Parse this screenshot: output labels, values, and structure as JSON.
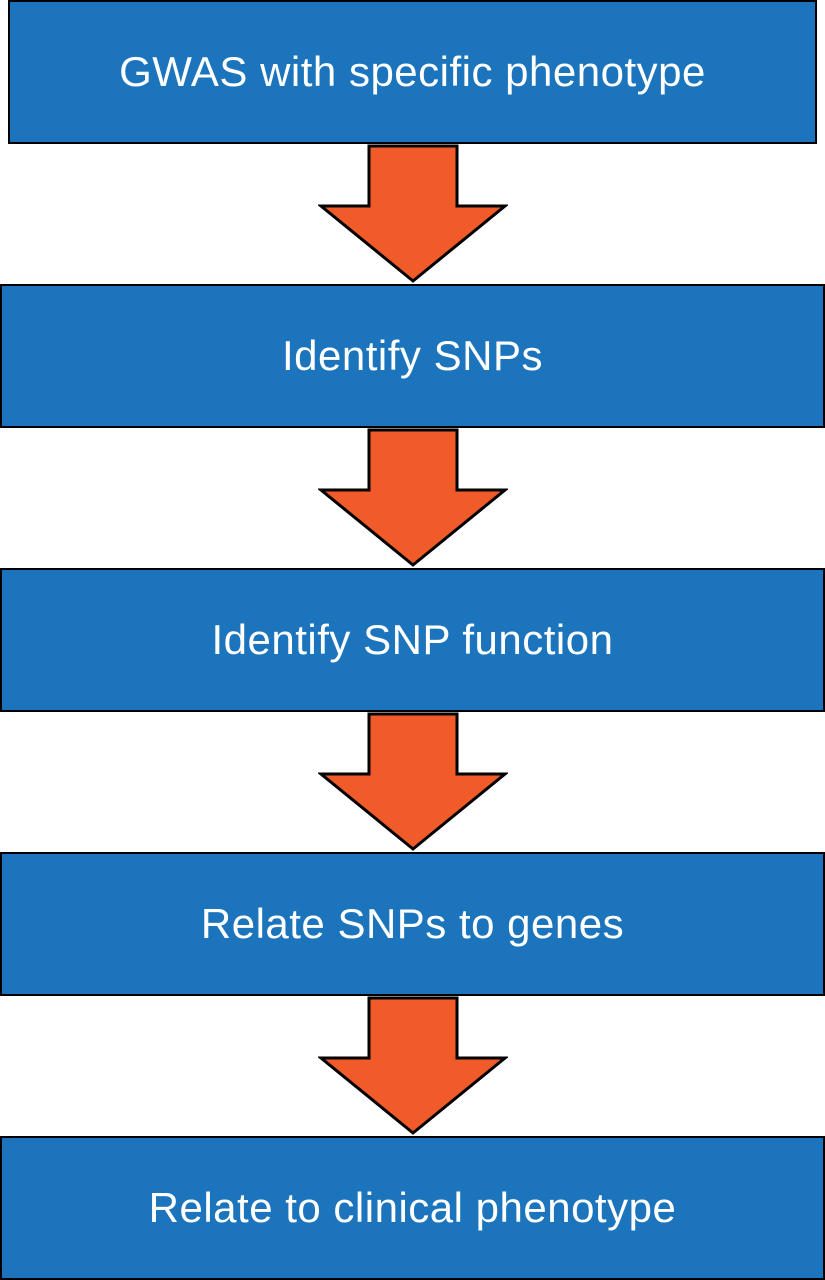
{
  "diagram": {
    "type": "flowchart",
    "direction": "top-to-bottom",
    "steps": [
      {
        "label": "GWAS with specific phenotype"
      },
      {
        "label": "Identify SNPs"
      },
      {
        "label": "Identify SNP function"
      },
      {
        "label": "Relate SNPs to genes"
      },
      {
        "label": "Relate to clinical phenotype"
      }
    ],
    "connector": "down-arrow"
  },
  "colors": {
    "box-fill": "#1c75bc",
    "box-border": "#000000",
    "box-text": "#ffffff",
    "arrow-fill": "#f15a29",
    "arrow-stroke": "#000000",
    "background": "#ffffff"
  }
}
